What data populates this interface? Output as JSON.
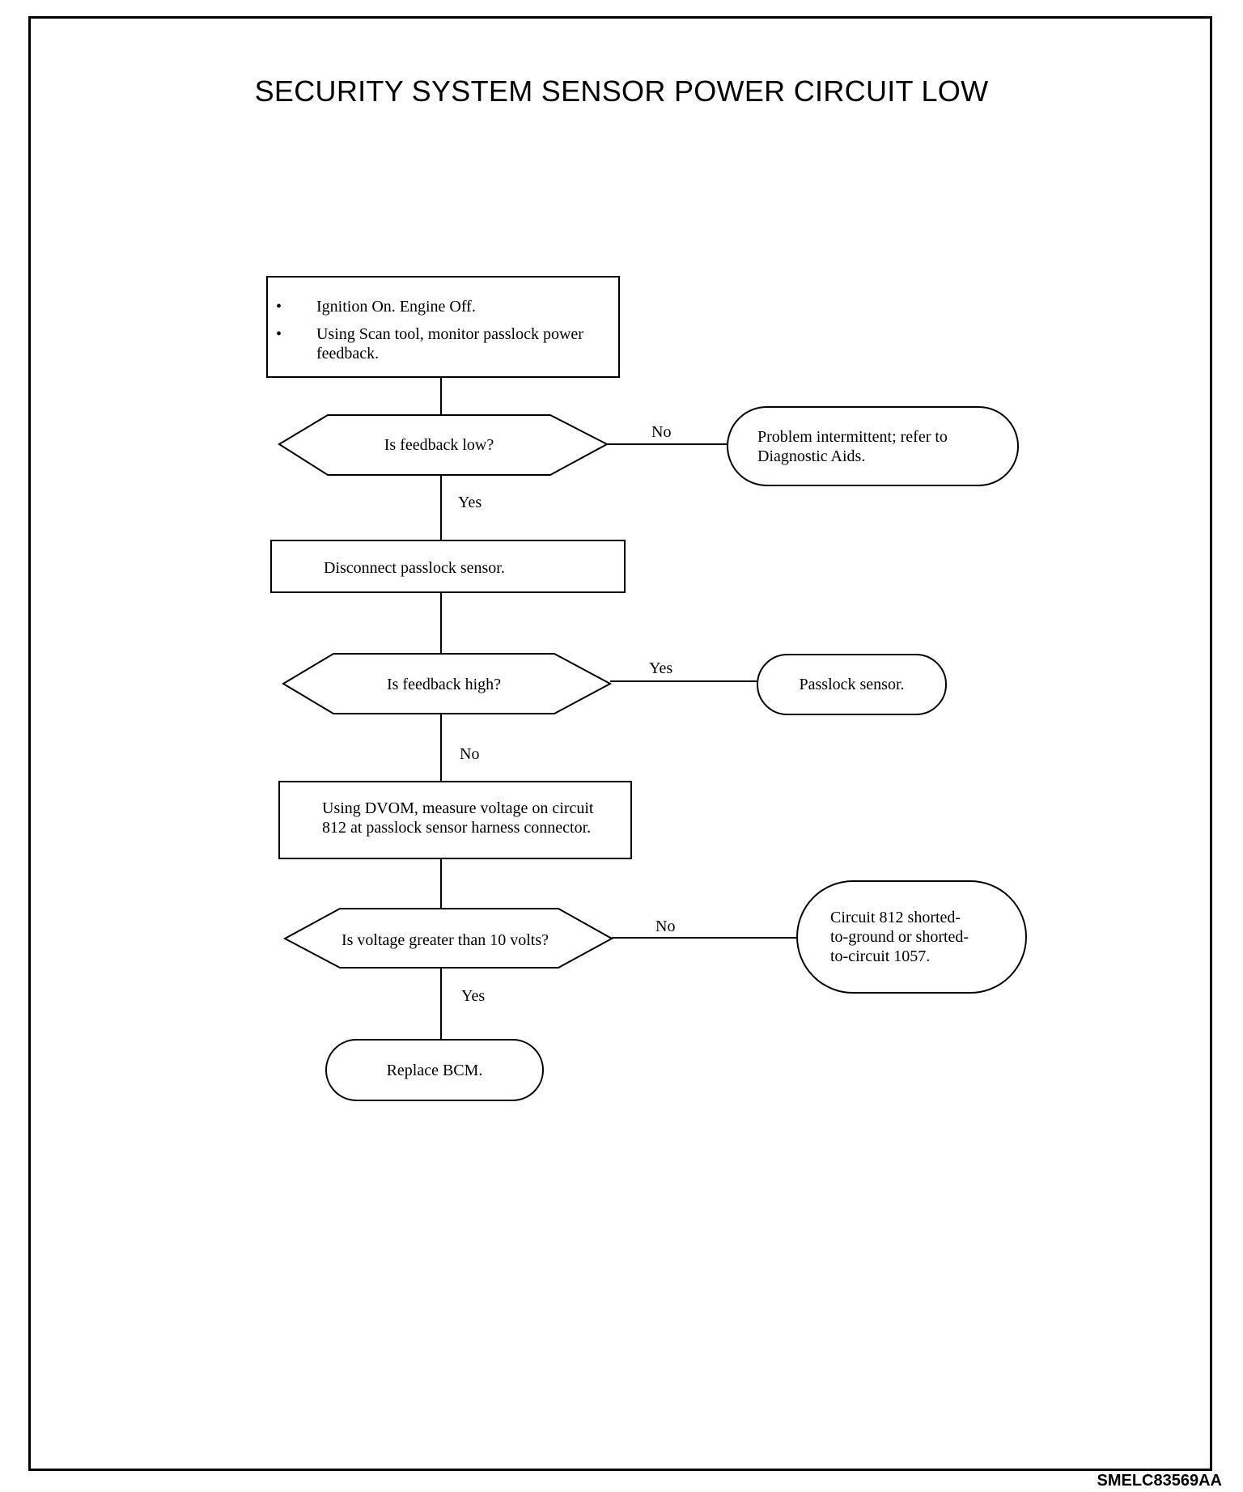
{
  "title": "SECURITY SYSTEM SENSOR POWER CIRCUIT LOW",
  "figure_code": "SMELC83569AA",
  "steps": {
    "step1": {
      "bullets": [
        "Ignition On. Engine Off.",
        "Using Scan tool, monitor passlock power feedback."
      ]
    },
    "decision1": {
      "question": "Is feedback low?",
      "no_label": "No",
      "yes_label": "Yes"
    },
    "result1": {
      "text": "Problem intermittent; refer to Diagnostic Aids."
    },
    "step2": {
      "text": "Disconnect passlock sensor."
    },
    "decision2": {
      "question": "Is feedback high?",
      "yes_label": "Yes",
      "no_label": "No"
    },
    "result2": {
      "text": "Passlock sensor."
    },
    "step3": {
      "text": "Using DVOM, measure voltage on circuit 812 at passlock sensor harness connector."
    },
    "decision3": {
      "question": "Is voltage greater than 10 volts?",
      "no_label": "No",
      "yes_label": "Yes"
    },
    "result3": {
      "text": "Circuit 812 shorted-to-ground or shorted-to-circuit 1057."
    },
    "result4": {
      "text": "Replace BCM."
    }
  }
}
